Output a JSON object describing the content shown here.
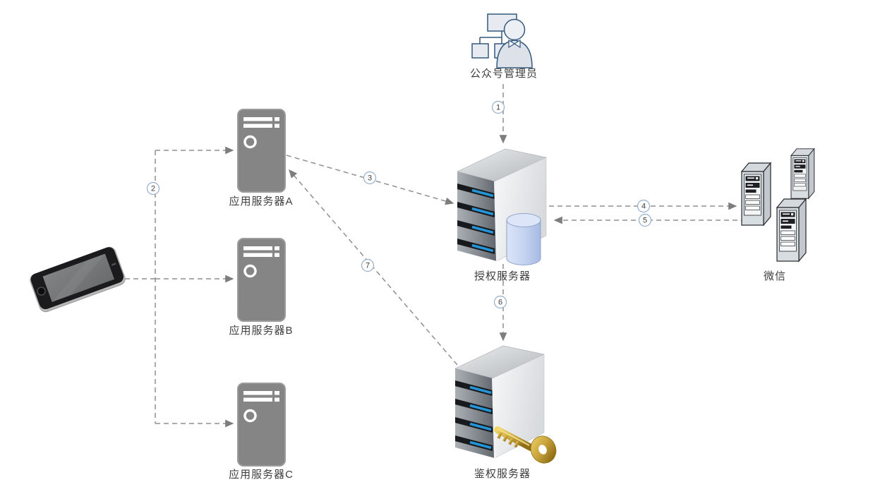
{
  "diagram": {
    "nodes": {
      "admin": {
        "label": "公众号管理员"
      },
      "app_server_a": {
        "label": "应用服务器A"
      },
      "app_server_b": {
        "label": "应用服务器B"
      },
      "app_server_c": {
        "label": "应用服务器C"
      },
      "auth_server": {
        "label": "授权服务器"
      },
      "authn_server": {
        "label": "鉴权服务器"
      },
      "wechat": {
        "label": "微信"
      }
    },
    "steps": {
      "s1": "1",
      "s2": "2",
      "s3": "3",
      "s4": "4",
      "s5": "5",
      "s6": "6",
      "s7": "7"
    },
    "colors": {
      "connector_line": "#8f8f8f",
      "arrowhead": "#7d7d7d",
      "label_text": "#3e3e3e",
      "step_circle_stroke": "#95aecd",
      "flat_server_gray": "#858585",
      "server_stripe_blue": "#2496d8",
      "database_blue": "#c6d4f1",
      "key_gold": "#c8a23a"
    }
  }
}
